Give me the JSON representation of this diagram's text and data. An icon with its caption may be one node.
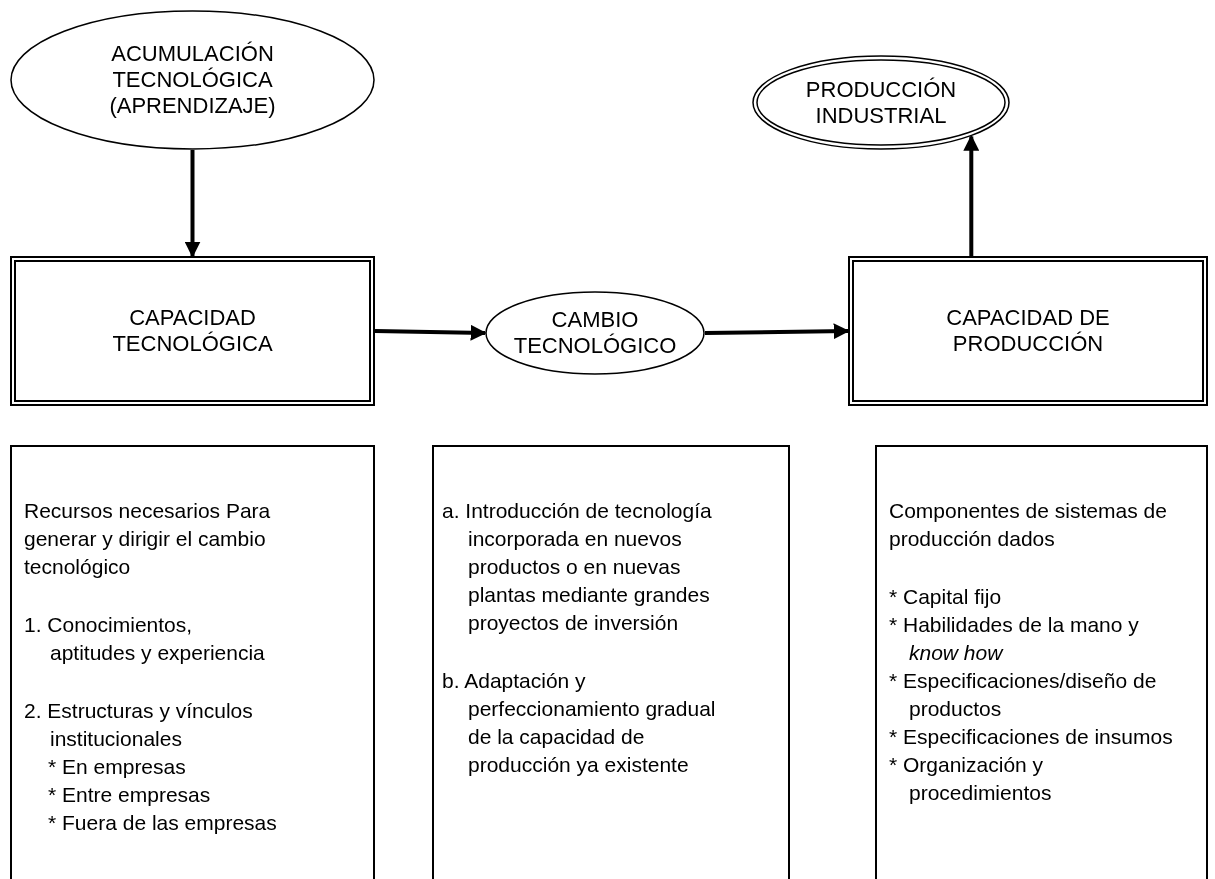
{
  "diagram": {
    "nodes": [
      {
        "text": [
          "ACUMULACIÓN TECNOLÓGICA (APRENDIZAJE)"
        ]
      },
      {
        "text": [
          "CAPACIDAD TECNOLÓGICA"
        ]
      },
      {
        "text": [
          "CAMBIO TECNOLÓGICO"
        ]
      },
      {
        "text": [
          "CAPACIDAD DE PRODUCCIÓN"
        ]
      },
      {
        "text": [
          "PRODUCCIÓN INDUSTRIAL"
        ]
      },
      {
        "text": [
          "Recursos necesarios Para generar y dirigir el cambio tecnológico",
          "1. Conocimientos, aptitudes y experiencia",
          "2. Estructuras y vínculos institucionales",
          "* En empresas",
          "* Entre empresas",
          "* Fuera de las empresas"
        ]
      },
      {
        "text": [
          "a. Introducción de tecnología incorporada en nuevos productos o en nuevas plantas mediante grandes proyectos de inversión",
          "b. Adaptación y perfeccionamiento gradual de la capacidad de producción ya existente"
        ]
      },
      {
        "text": [
          "Componentes de sistemas de producción dados",
          "* Capital fijo",
          "* Habilidades de la mano y *know how*",
          "* Especificaciones/diseño de productos",
          "* Especificaciones de insumos",
          "* Organización y procedimientos"
        ]
      }
    ],
    "edges": [
      {
        "from": 0,
        "to": 1,
        "arrow": "to"
      },
      {
        "from": 1,
        "to": 2,
        "arrow": "to"
      },
      {
        "from": 2,
        "to": 3,
        "arrow": "to"
      },
      {
        "from": 3,
        "to": 4,
        "arrow": "to"
      }
    ]
  }
}
